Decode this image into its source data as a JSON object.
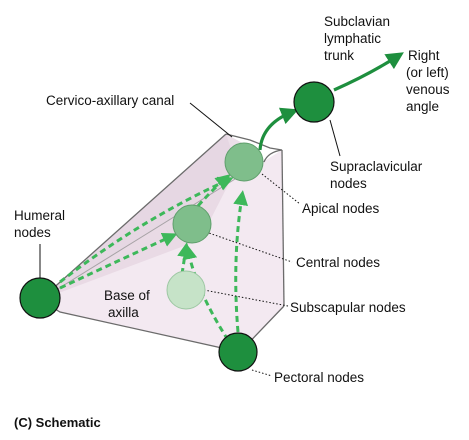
{
  "labels": {
    "subclavian_trunk": [
      "Subclavian",
      "lymphatic",
      "trunk"
    ],
    "venous_angle": [
      "Right",
      "(or left)",
      "venous",
      "angle"
    ],
    "cervico_axillary_canal": "Cervico-axillary canal",
    "supraclavicular_nodes": [
      "Supraclavicular",
      "nodes"
    ],
    "apical_nodes": "Apical nodes",
    "humeral_nodes": [
      "Humeral",
      "nodes"
    ],
    "central_nodes": "Central nodes",
    "base_of_axilla": [
      "Base of",
      "axilla"
    ],
    "subscapular_nodes": "Subscapular nodes",
    "pectoral_nodes": "Pectoral nodes"
  },
  "caption": "(C) Schematic",
  "colors": {
    "node_green": "#1e8f3e",
    "node_stroke": "#111111",
    "flow_arrow": "#3db85a",
    "pyramid_fill": "#f1e6ee",
    "pyramid_shade": "#e3d2df",
    "pyramid_edge": "#6b6b6b"
  },
  "icons": {
    "flow": "dashed-arrow-icon",
    "outflow": "solid-arrow-icon"
  }
}
